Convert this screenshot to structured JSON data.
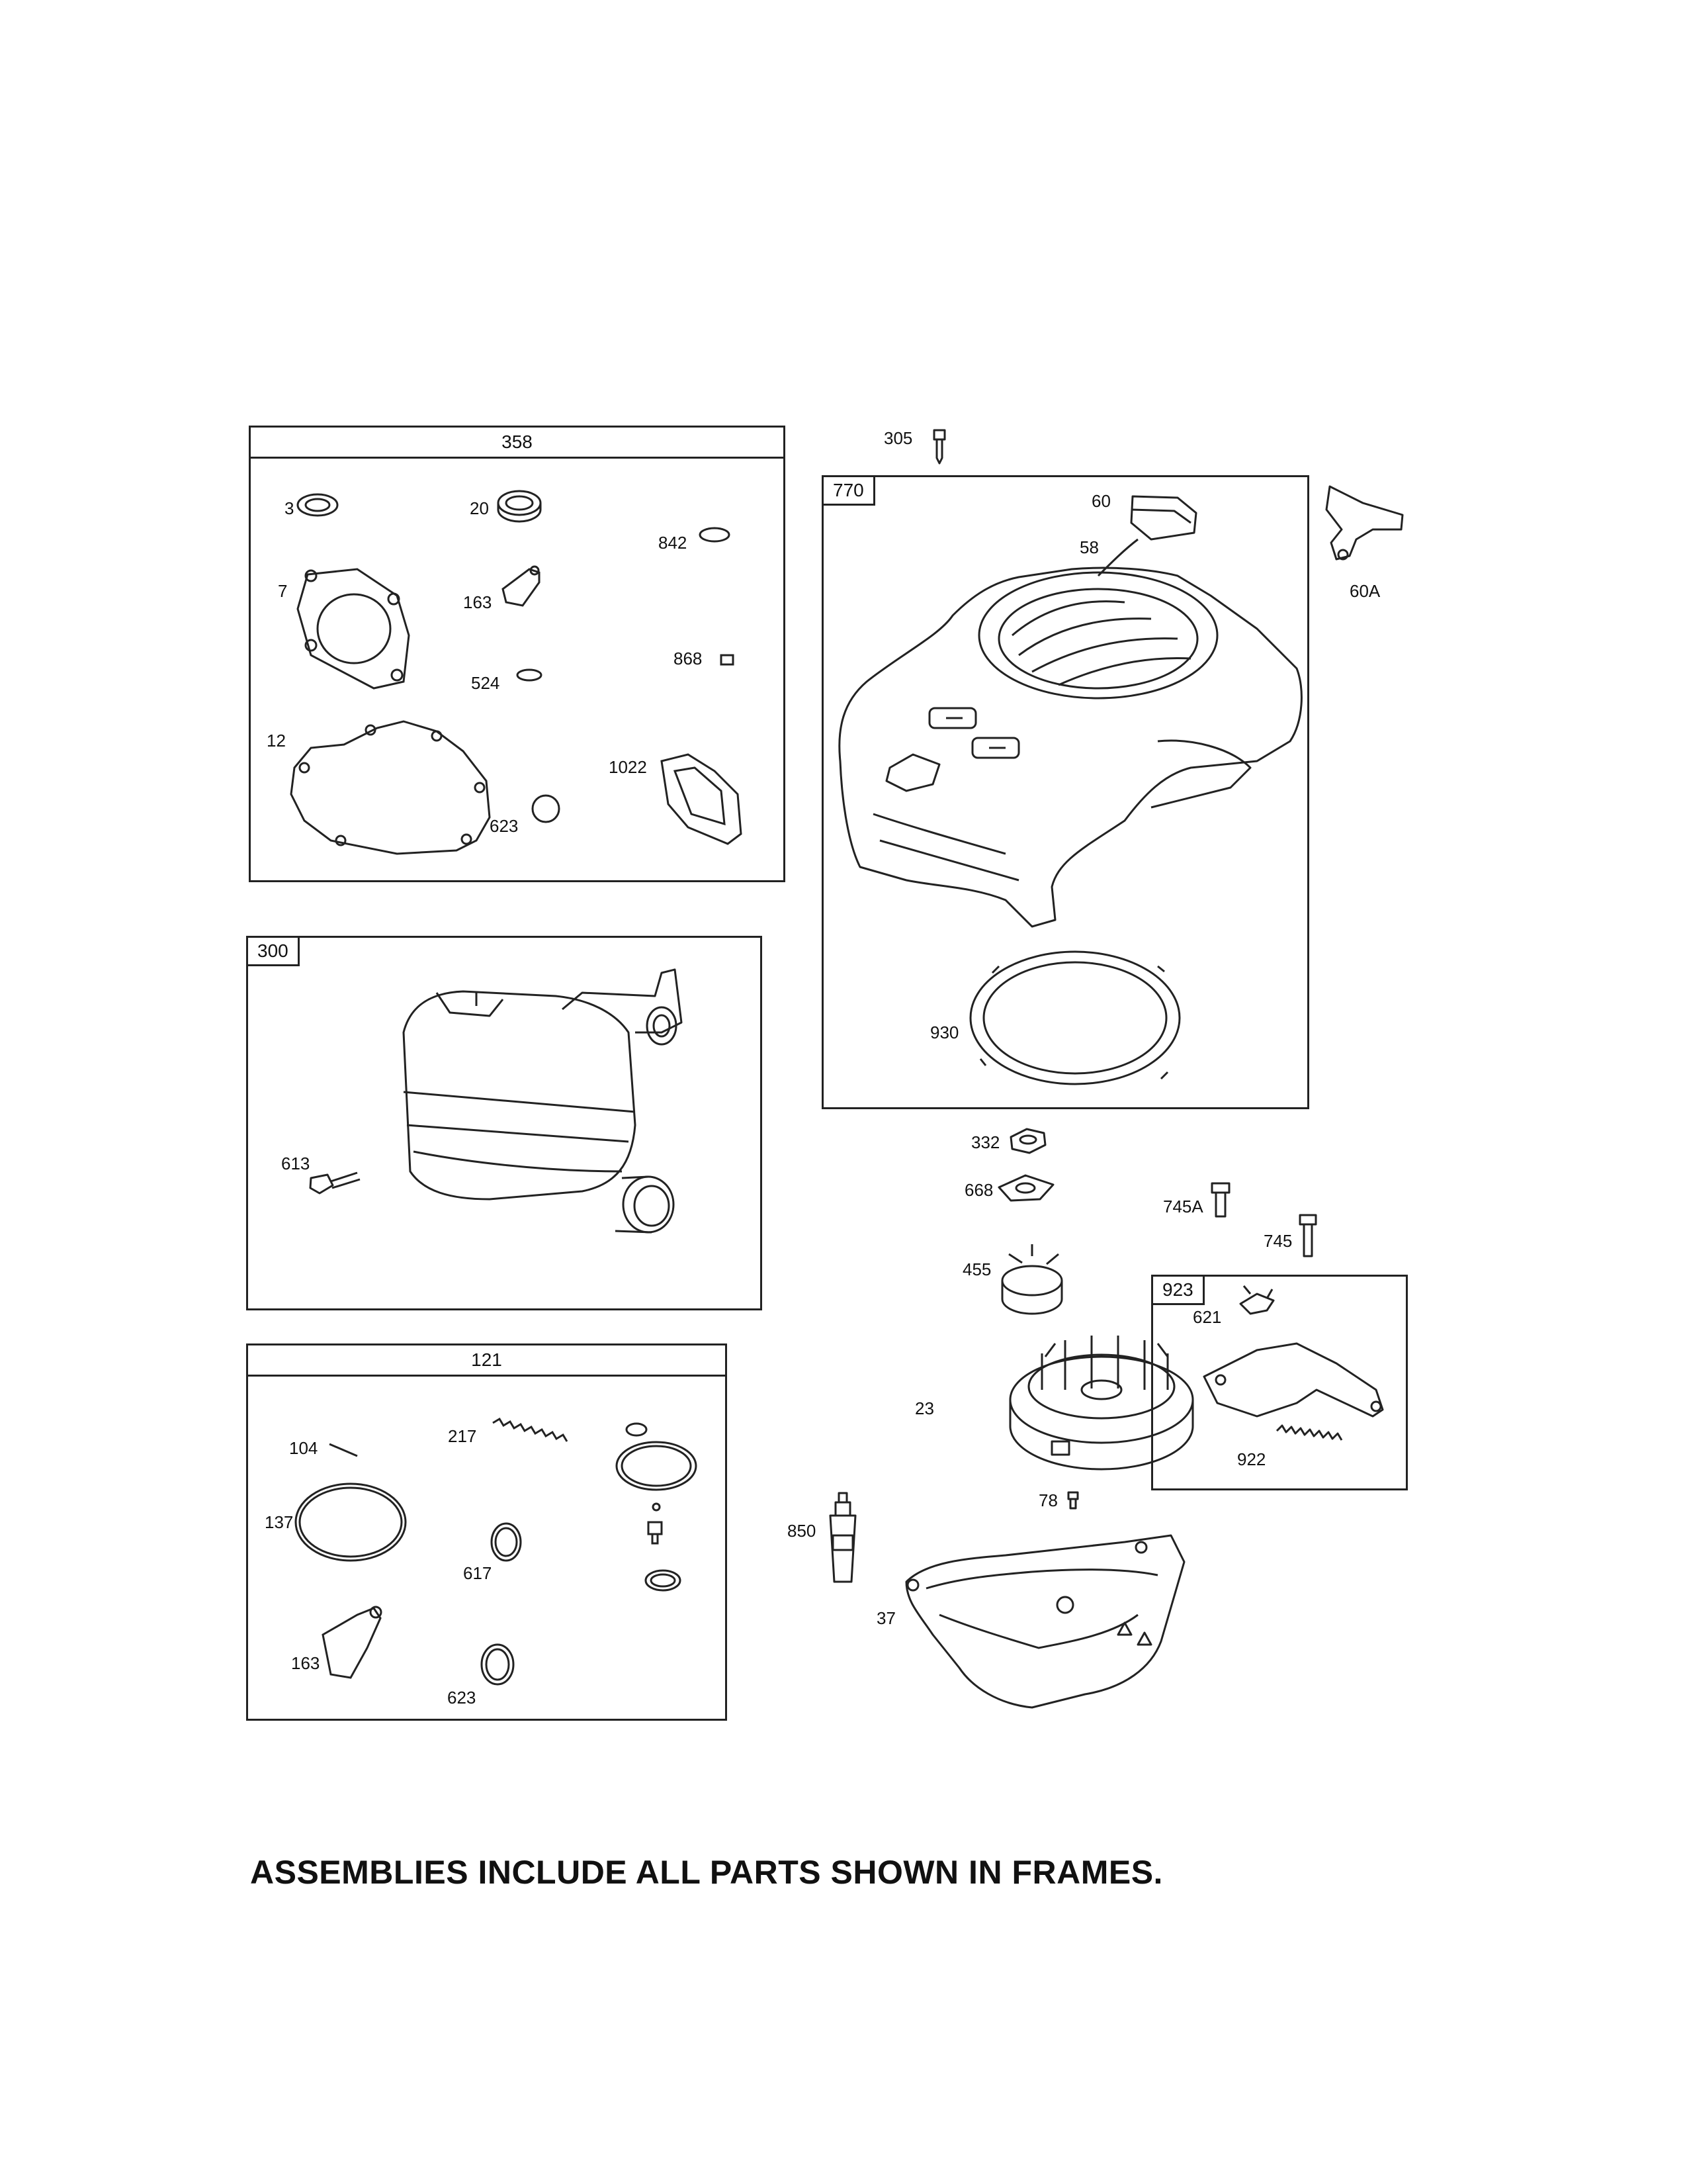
{
  "frames": {
    "f358": {
      "title": "358"
    },
    "f770": {
      "title": "770"
    },
    "f300": {
      "title": "300"
    },
    "f121": {
      "title": "121"
    },
    "f923": {
      "title": "923"
    }
  },
  "labels": {
    "p3": "3",
    "p20": "20",
    "p842": "842",
    "p7": "7",
    "p163a": "163",
    "p868": "868",
    "p524": "524",
    "p12": "12",
    "p1022": "1022",
    "p623a": "623",
    "p305": "305",
    "p60": "60",
    "p58": "58",
    "p60A": "60A",
    "p930": "930",
    "p613": "613",
    "p104": "104",
    "p217": "217",
    "p137": "137",
    "p617": "617",
    "p163b": "163",
    "p623b": "623",
    "p332": "332",
    "p668": "668",
    "p745A": "745A",
    "p745": "745",
    "p455": "455",
    "p621": "621",
    "p922": "922",
    "p23": "23",
    "p78": "78",
    "p850": "850",
    "p37": "37"
  },
  "footer": {
    "note": "ASSEMBLIES INCLUDE ALL PARTS SHOWN IN FRAMES."
  }
}
